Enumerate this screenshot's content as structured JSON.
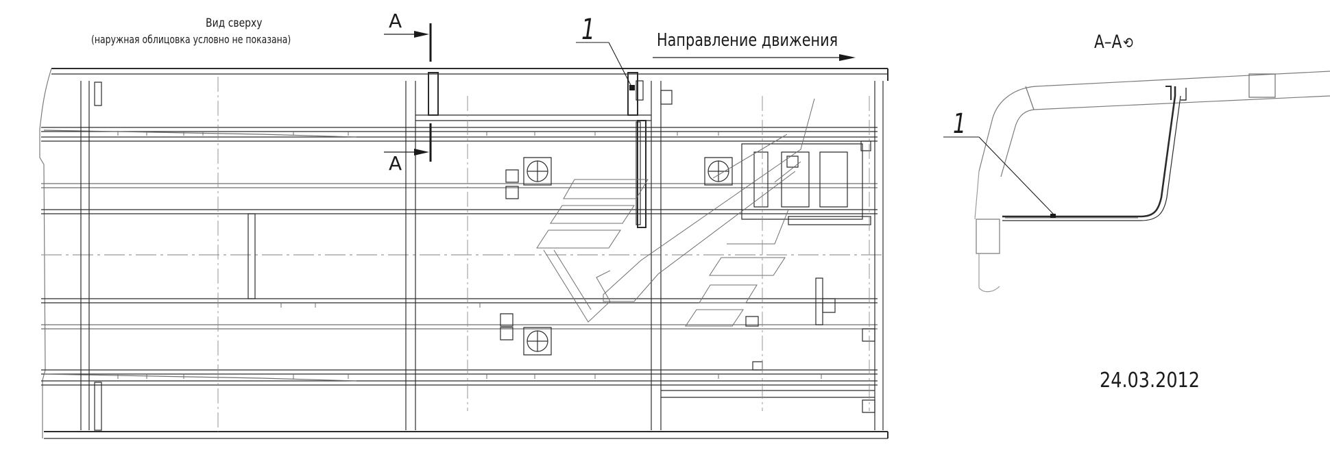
{
  "view": {
    "title": "Вид сверху",
    "note": "(наружная облицовка условно не показана)"
  },
  "direction": {
    "label": "Направление движения"
  },
  "section_marks": {
    "cut_top": "А",
    "cut_bottom": "А"
  },
  "callouts": {
    "position_main": "1",
    "position_section": "1"
  },
  "section_view": {
    "title": "А–А",
    "rotation_symbol": "⟲"
  },
  "stamp": {
    "date": "24.03.2012"
  },
  "colors": {
    "line": "#2b2b2b",
    "thin_line": "#6e6e6e",
    "hidden": "#9a9a9a",
    "background": "#ffffff"
  }
}
